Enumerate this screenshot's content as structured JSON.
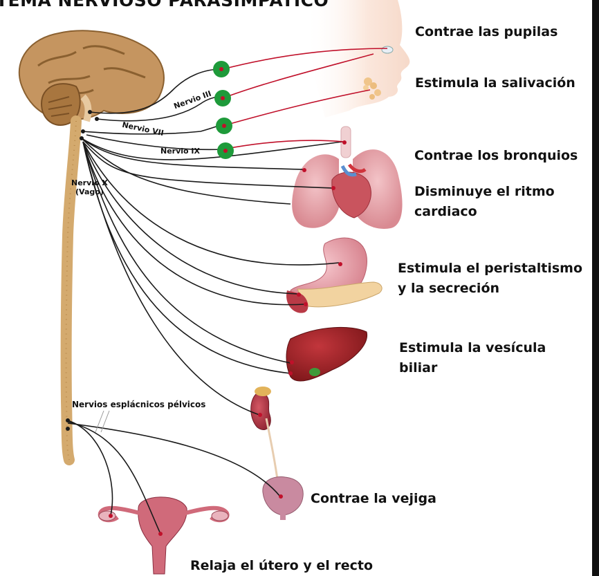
{
  "title": "TEMA NERVIOSO PARASIMPÁTICO",
  "nerves": {
    "n3": "Nervio III",
    "n7": "Nervio VII",
    "n9": "Nervio IX",
    "n10_line1": "Nervio X",
    "n10_line2": "(Vago)",
    "pelvic": "Nervios esplácnicos pélvicos"
  },
  "effects": {
    "pupils": "Contrae las pupilas",
    "saliva": "Estimula la salivación",
    "bronchi": "Contrae los bronquios",
    "heart_line1": "Disminuye el ritmo",
    "heart_line2": "cardiaco",
    "stomach_line1": "Estimula el peristaltismo",
    "stomach_line2": "y la secreción",
    "gall_line1": "Estimula la vesícula",
    "gall_line2": "biliar",
    "bladder": "Contrae la vejiga",
    "uterus": "Relaja el útero y el recto"
  },
  "colors": {
    "nerve_black": "#1a1a1a",
    "nerve_red": "#c0102a",
    "ganglion_green": "#1e9a3a",
    "spinal_cord": "#d4aa6e",
    "brain": "#b8874e"
  }
}
